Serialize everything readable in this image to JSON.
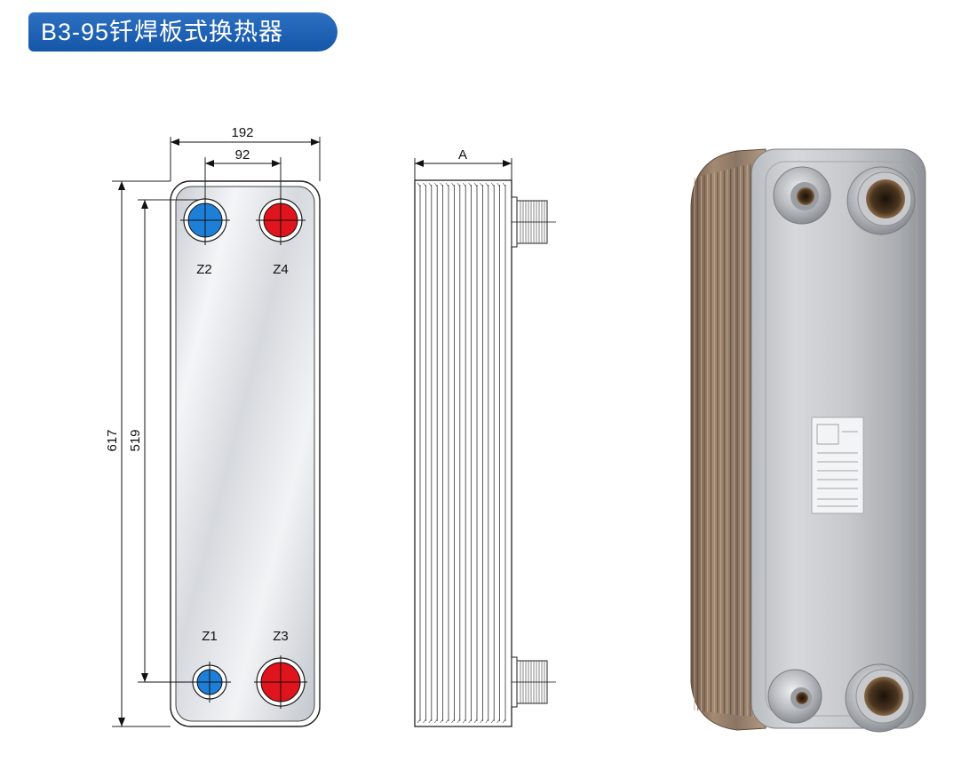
{
  "title": "B3-95钎焊板式换热器",
  "front_view": {
    "width_label": "192",
    "port_spacing_label": "92",
    "height_label": "617",
    "port_height_label": "519",
    "ports": [
      {
        "label": "Z2",
        "color": "#1e7fd8"
      },
      {
        "label": "Z4",
        "color": "#e0141c"
      },
      {
        "label": "Z1",
        "color": "#1e7fd8"
      },
      {
        "label": "Z3",
        "color": "#e0141c"
      }
    ]
  },
  "side_view": {
    "thickness_label": "A"
  },
  "colors": {
    "title_bg": "#1a5fb4",
    "cold_port": "#1e7fd8",
    "hot_port": "#e0141c"
  }
}
